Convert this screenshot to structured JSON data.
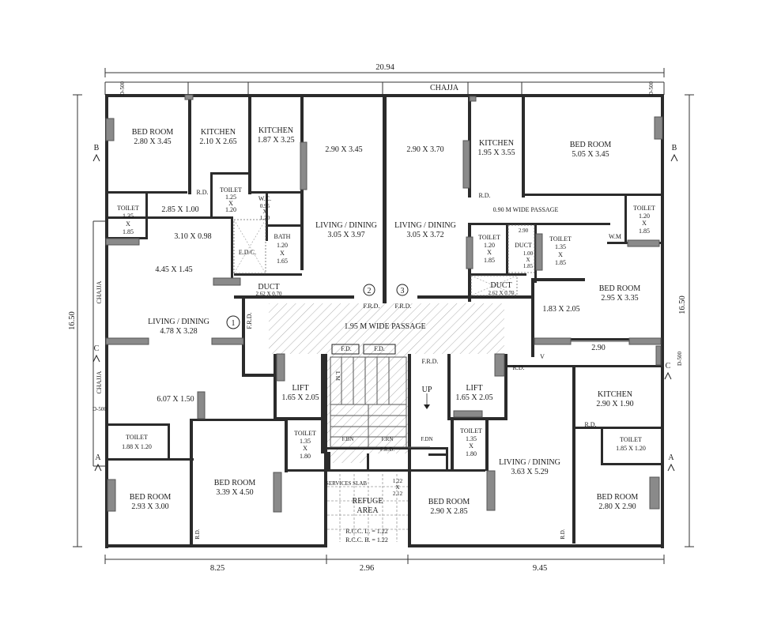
{
  "dimensions": {
    "overall_width": "20.94",
    "overall_height_left": "16.50",
    "overall_height_right": "16.50",
    "bottom_left": "8.25",
    "bottom_mid": "2.96",
    "bottom_right": "9.45",
    "right_passage_2_90": "2.90"
  },
  "labels": {
    "chajja_top": "CHAJJA",
    "chajja_left_1": "CHAJJA",
    "chajja_left_2": "CHAJJA",
    "d500_tl": "D-500",
    "d500_tr": "D-500",
    "d500_r": "D-500",
    "d500_l": "D-500",
    "section_b": "B",
    "section_c": "C",
    "section_a": "A",
    "passage_wide": "1.95 M WIDE PASSAGE",
    "passage_090": "0.90 M WIDE PASSAGE",
    "frd": "F.R.D.",
    "fd": "F.D.",
    "rd": "R.D.",
    "wm": "W.M",
    "v": "V",
    "edc": "E.D/C.",
    "up": "UP",
    "fbn": "F.BN",
    "frn": "F.RN",
    "fdn": "F.DN",
    "lm": "L M",
    "tag_1": "1",
    "tag_2": "2",
    "tag_3": "3",
    "services_slab": "SERVICES SLAB",
    "rcc_l": "R.C.C.   L. = 1.22",
    "rcc_b": "R.C.C.   B. = 1.22",
    "slab_122": "1.22",
    "slab_x": "X",
    "slab_212": "2.12"
  },
  "rooms": {
    "bed_tl": {
      "name": "BED ROOM",
      "size": "2.80 X 3.45"
    },
    "kitchen_1": {
      "name": "KITCHEN",
      "size": "2.10 X 2.65"
    },
    "kitchen_2": {
      "name": "KITCHEN",
      "size": "1.87 X 3.25"
    },
    "room_290_345": {
      "size": "2.90 X 3.45"
    },
    "room_290_370": {
      "size": "2.90 X 3.70"
    },
    "kitchen_3": {
      "name": "KITCHEN",
      "size": "1.95 X 3.55"
    },
    "bed_tr": {
      "name": "BED ROOM",
      "size": "5.05 X 3.45"
    },
    "toilet_l": {
      "name": "TOILET",
      "l1": "1.35",
      "l2": "X",
      "l3": "1.85"
    },
    "pass_285": {
      "size": "2.85 X 1.00"
    },
    "toilet_125": {
      "name": "TOILET",
      "l1": "1.25",
      "l2": "X",
      "l3": "1.20"
    },
    "wc": {
      "name": "W.C.",
      "l1": "0.95",
      "l2": "X",
      "l3": "1.20"
    },
    "pass_310": {
      "size": "3.10 X 0.98"
    },
    "bath": {
      "name": "BATH",
      "l1": "1.20",
      "l2": "X",
      "l3": "1.65"
    },
    "living_2": {
      "name": "LIVING / DINING",
      "size": "3.05 X 3.97"
    },
    "living_3": {
      "name": "LIVING / DINING",
      "size": "3.05 X 3.72"
    },
    "toilet_120": {
      "name": "TOILET",
      "l1": "1.20",
      "l2": "X",
      "l3": "1.85"
    },
    "duct_r": {
      "name": "DUCT",
      "l0": "2.90",
      "l1": "1.00",
      "l2": "X",
      "l3": "1.85"
    },
    "toilet_135_r": {
      "name": "TOILET",
      "l1": "1.35",
      "l2": "X",
      "l3": "1.85"
    },
    "toilet_120_r": {
      "name": "TOILET",
      "l1": "1.20",
      "l2": "X",
      "l3": "1.85"
    },
    "room_445": {
      "size": "4.45 X 1.45"
    },
    "duct_l": {
      "name": "DUCT",
      "size": "2.62 X 0.70"
    },
    "duct_m": {
      "name": "DUCT",
      "size": "2.62 X 0.70"
    },
    "bed_r_mid": {
      "name": "BED ROOM",
      "size": "2.95 X 3.35"
    },
    "room_183": {
      "size": "1.83 X 2.05"
    },
    "living_1": {
      "name": "LIVING / DINING",
      "size": "4.78 X 3.28"
    },
    "lift_l": {
      "name": "LIFT",
      "size": "1.65 X 2.05"
    },
    "lift_r": {
      "name": "LIFT",
      "size": "1.65 X 2.05"
    },
    "kitchen_4": {
      "name": "KITCHEN",
      "size": "2.90 X 1.90"
    },
    "room_607": {
      "size": "6.07 X 1.50"
    },
    "toilet_188": {
      "name": "TOILET",
      "size": "1.88 X 1.20"
    },
    "toilet_135_c": {
      "name": "TOILET",
      "l1": "1.35",
      "l2": "X",
      "l3": "1.80"
    },
    "toilet_135_c2": {
      "name": "TOILET",
      "l1": "1.35",
      "l2": "X",
      "l3": "1.80"
    },
    "toilet_185": {
      "name": "TOILET",
      "size": "1.85 X 1.20"
    },
    "living_4": {
      "name": "LIVING / DINING",
      "size": "3.63 X 5.29"
    },
    "bed_bl": {
      "name": "BED ROOM",
      "size": "2.93 X 3.00"
    },
    "bed_bm": {
      "name": "BED ROOM",
      "size": "3.39 X 4.50"
    },
    "refuge": {
      "name": "REFUGE",
      "name2": "AREA"
    },
    "bed_b290": {
      "name": "BED ROOM",
      "size": "2.90 X 2.85"
    },
    "bed_br": {
      "name": "BED ROOM",
      "size": "2.80 X 2.90"
    }
  }
}
